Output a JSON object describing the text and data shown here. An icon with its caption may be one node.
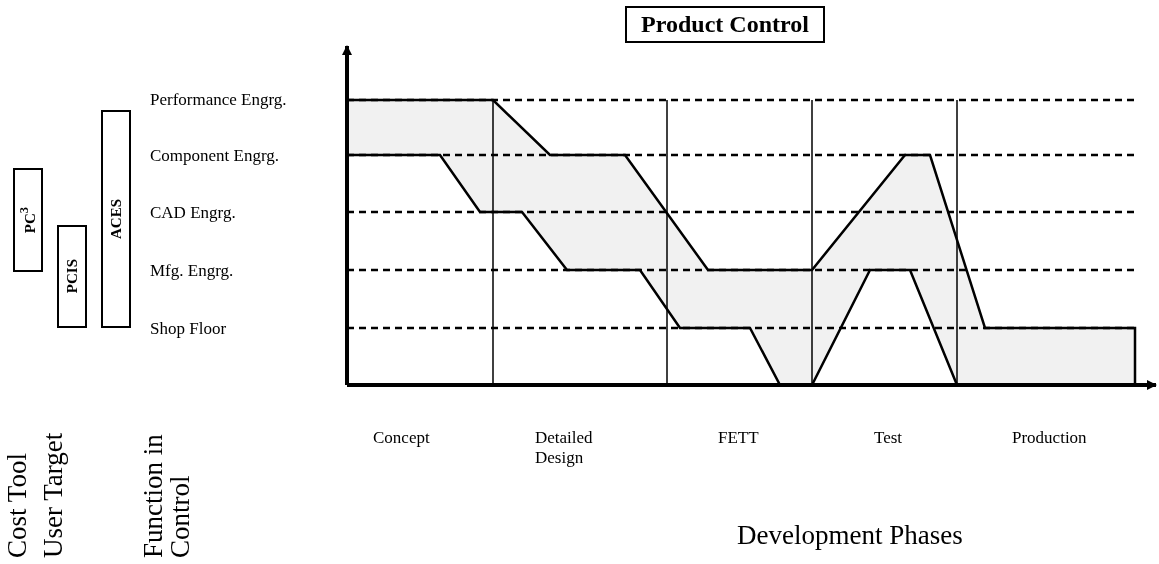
{
  "diagram": {
    "nodes": [
      {
        "text": [
          "Product Control"
        ]
      },
      {
        "text": [
          "PC$^{3}$"
        ]
      },
      {
        "text": [
          "PCIS"
        ]
      },
      {
        "text": [
          "ACES"
        ]
      }
    ],
    "labels": [
      "Performance Engrg.",
      "Component Engrg.",
      "CAD Engrg.",
      "Mfg. Engrg.",
      "Shop Floor",
      "Cost Tool",
      "User Target",
      "Function in Control",
      "Concept",
      "Detailed Design",
      "FETT",
      "Test",
      "Production",
      "Development Phases"
    ]
  }
}
